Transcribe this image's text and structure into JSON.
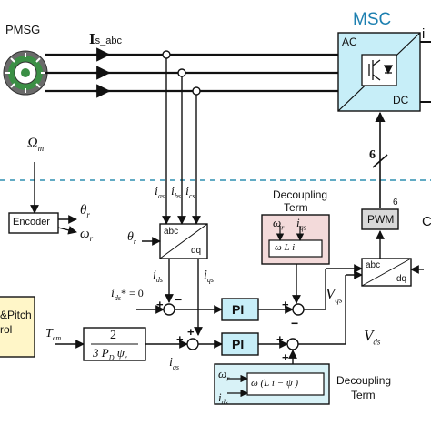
{
  "machine": {
    "label": "PMSG"
  },
  "signals": {
    "is_abc": "I",
    "is_abc_sub": "s_abc",
    "omega_m": "Ω",
    "omega_m_sub": "m",
    "theta_r": "θ",
    "theta_r_sub": "r",
    "omega_r": "ω",
    "omega_r_sub": "r",
    "i_as": "i",
    "i_as_sub": "as",
    "i_bs": "i",
    "i_bs_sub": "bs",
    "i_cs": "i",
    "i_cs_sub": "cs",
    "theta_r2": "θ",
    "theta_r2_sub": "r",
    "i_ds": "i",
    "i_ds_sub": "ds",
    "i_qs": "i",
    "i_qs_sub": "qs",
    "i_ds_ref": "i",
    "i_ds_ref_sub": "ds",
    "i_ds_ref_val": "* = 0",
    "i_qs_ref": "i",
    "i_qs_ref_sub": "qs",
    "t_em": "T",
    "t_em_sub": "em",
    "v_qs": "V",
    "v_qs_sub": "qs",
    "v_ds": "V",
    "v_ds_sub": "ds",
    "bus_count": "6"
  },
  "blocks": {
    "msc_title": "MSC",
    "msc_ac": "AC",
    "msc_dc": "DC",
    "encoder": "Encoder",
    "pwm": "PWM",
    "pwm_count": "6",
    "abc_dq_top": "abc",
    "abc_dq_bottom": "dq",
    "dq_abc_top": "abc",
    "dq_abc_bottom": "dq",
    "pi_upper": "PI",
    "pi_lower": "PI",
    "gain_num": "2",
    "gain_den": "3 P",
    "gain_den_sub": "D",
    "gain_den_psi": "ψ",
    "gain_den_psi_sub": "r",
    "decoupling_upper_title_1": "Decoupling",
    "decoupling_upper_title_2": "Term",
    "decoupling_upper_in_1": "ω",
    "decoupling_upper_in_1_sub": "r",
    "decoupling_upper_in_2": "i",
    "decoupling_upper_in_2_sub": "qs",
    "decoupling_upper_expr": "ω L i",
    "decoupling_lower_title_1": "Decoupling",
    "decoupling_lower_title_2": "Term",
    "decoupling_lower_in_1": "ω",
    "decoupling_lower_in_1_sub": "r",
    "decoupling_lower_in_2": "i",
    "decoupling_lower_in_2_sub": "ds",
    "decoupling_lower_expr": "ω (L i  − ψ )",
    "pitch_control_1": "&Pitch",
    "pitch_control_2": "rol"
  },
  "signs": {
    "sum1_top": "−",
    "sum1_left": "+",
    "sum2_left": "+",
    "sum2_bottom": "−",
    "sum3_left": "+",
    "sum3_top": "+",
    "sum4_left": "+",
    "sum4_bottom": "+",
    "sum5_left": "+"
  },
  "right_edge": {
    "top": "i",
    "mid": "C"
  },
  "colors": {
    "msc_fill": "#c7eef8",
    "msc_title": "#1c7fb0",
    "dashed_line": "#2e8fb0",
    "decoupling_upper_fill": "#f3dada",
    "decoupling_lower_fill": "#d8f2f7",
    "pi_fill": "#c7eef8",
    "pwm_fill": "#d9d9d9",
    "rotor_green": "#3b8f45"
  }
}
